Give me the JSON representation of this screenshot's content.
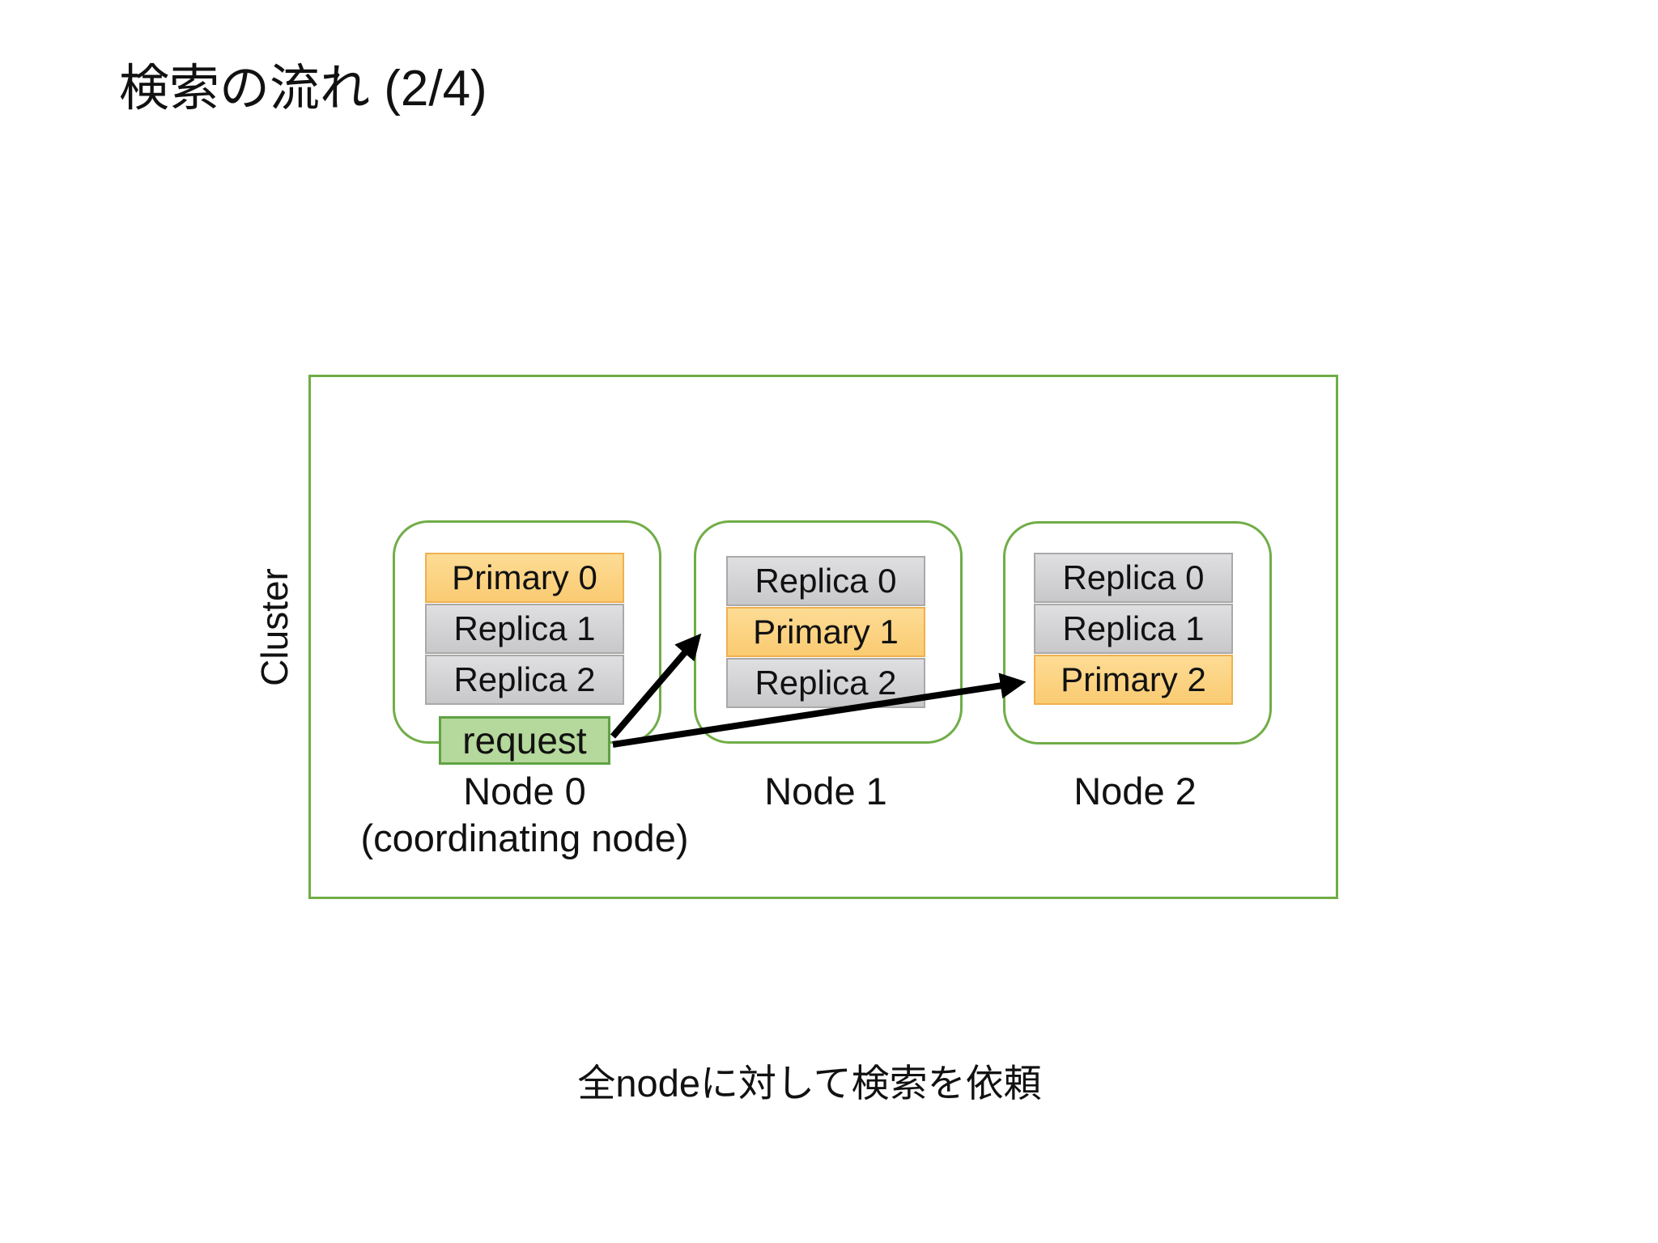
{
  "slide": {
    "title": "検索の流れ (2/4)",
    "caption": "全nodeに対して検索を依頼"
  },
  "cluster": {
    "label": "Cluster",
    "nodes": [
      {
        "name": "Node 0",
        "subtitle": "(coordinating node)",
        "request_label": "request",
        "shards": [
          {
            "label": "Primary 0",
            "type": "primary"
          },
          {
            "label": "Replica 1",
            "type": "replica"
          },
          {
            "label": "Replica 2",
            "type": "replica"
          }
        ]
      },
      {
        "name": "Node 1",
        "shards": [
          {
            "label": "Replica 0",
            "type": "replica"
          },
          {
            "label": "Primary 1",
            "type": "primary"
          },
          {
            "label": "Replica 2",
            "type": "replica"
          }
        ]
      },
      {
        "name": "Node 2",
        "shards": [
          {
            "label": "Replica 0",
            "type": "replica"
          },
          {
            "label": "Replica 1",
            "type": "replica"
          },
          {
            "label": "Primary 2",
            "type": "primary"
          }
        ]
      }
    ]
  },
  "arrows": [
    {
      "name": "request-to-primary-1",
      "from": "request",
      "to": "Primary 1"
    },
    {
      "name": "request-to-primary-2",
      "from": "request",
      "to": "Primary 2"
    }
  ],
  "colors": {
    "green_border": "#70AD47",
    "primary_fill": "#FBD287",
    "primary_border": "#F0B04E",
    "replica_fill": "#D5D5D7",
    "replica_border": "#A9A9A9",
    "request_fill": "#B5D89C",
    "request_border": "#5FA343",
    "arrow": "#000000",
    "text": "#111111"
  }
}
